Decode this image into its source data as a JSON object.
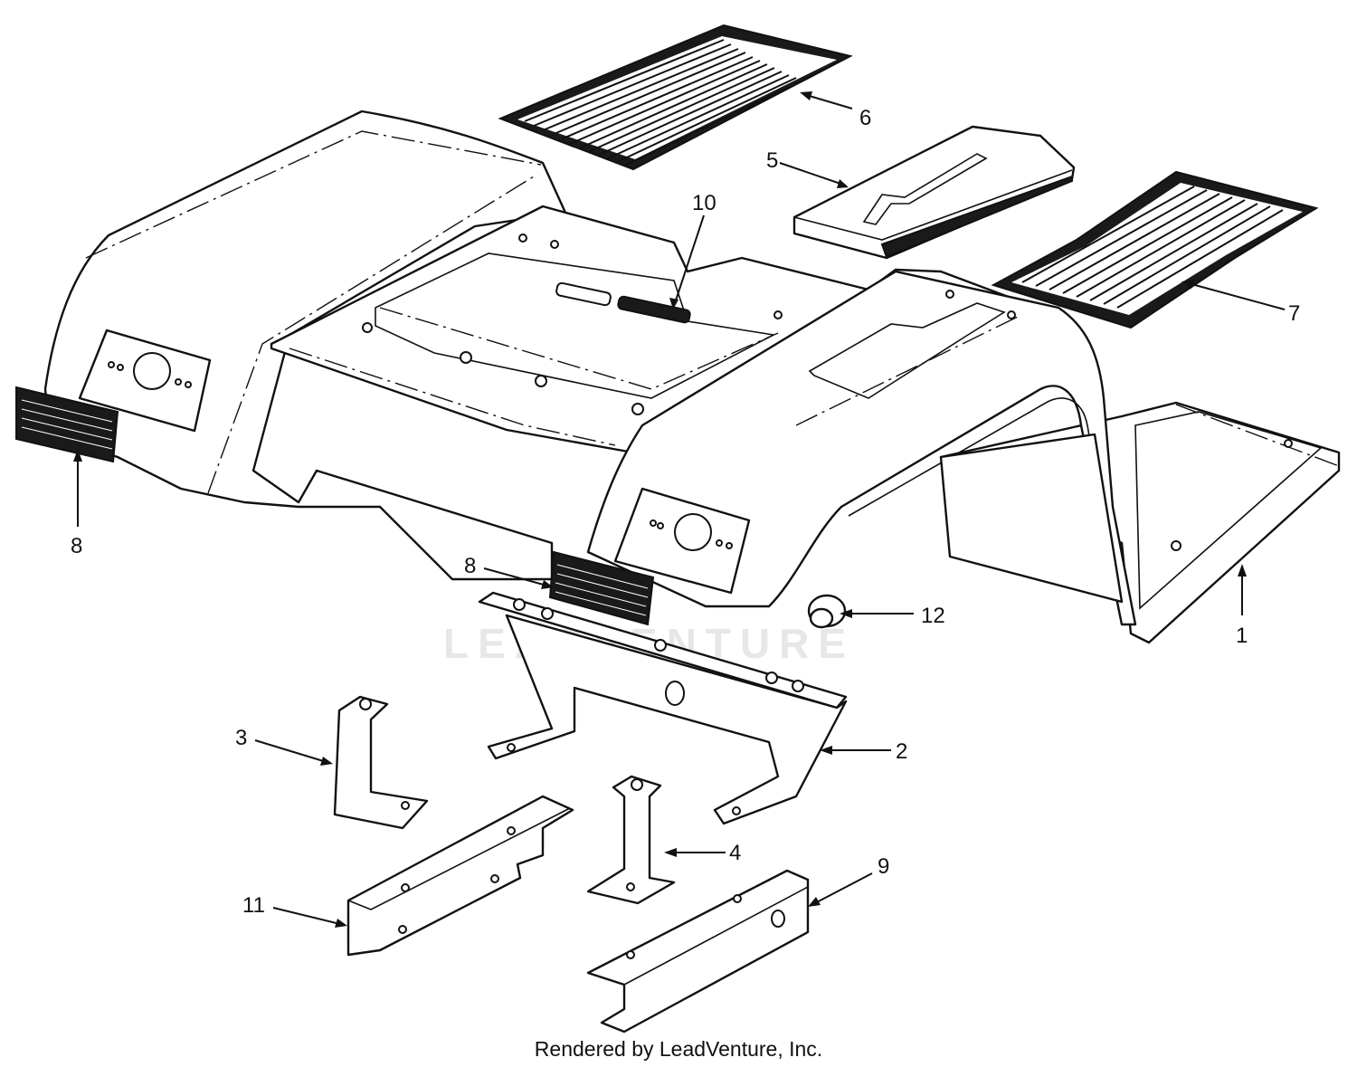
{
  "watermark": {
    "text": "LEADVENTURE"
  },
  "callouts": [
    {
      "id": "callout-1",
      "label": "1"
    },
    {
      "id": "callout-2",
      "label": "2"
    },
    {
      "id": "callout-3",
      "label": "3"
    },
    {
      "id": "callout-4",
      "label": "4"
    },
    {
      "id": "callout-5",
      "label": "5"
    },
    {
      "id": "callout-6",
      "label": "6"
    },
    {
      "id": "callout-7",
      "label": "7"
    },
    {
      "id": "callout-8a",
      "label": "8"
    },
    {
      "id": "callout-8b",
      "label": "8"
    },
    {
      "id": "callout-9",
      "label": "9"
    },
    {
      "id": "callout-10",
      "label": "10"
    },
    {
      "id": "callout-11",
      "label": "11"
    },
    {
      "id": "callout-12",
      "label": "12"
    }
  ],
  "footer": {
    "text": "Rendered by LeadVenture, Inc."
  }
}
